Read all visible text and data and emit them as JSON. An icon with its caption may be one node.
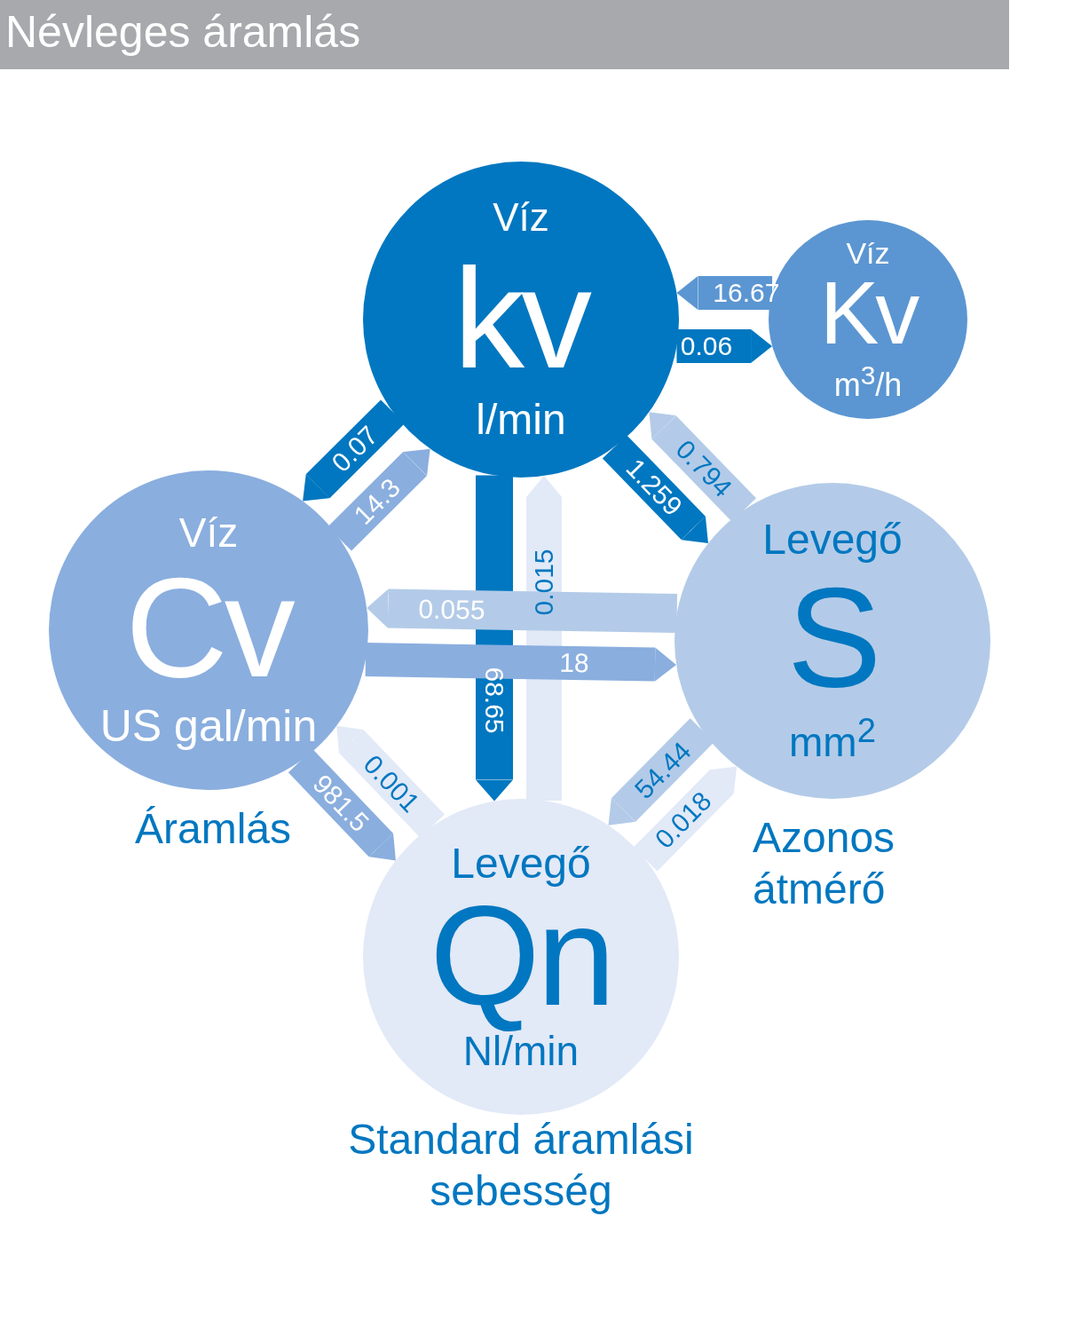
{
  "diagram": {
    "title": "Névleges áramlás",
    "nodes": [
      {
        "text": [
          "Víz",
          "kv",
          "l/min"
        ]
      },
      {
        "text": [
          "Víz",
          "Kv",
          "m$^{3}$/h"
        ]
      },
      {
        "text": [
          "Víz",
          "Cv",
          "US gal/min"
        ],
        "beside": [
          "Áramlás"
        ]
      },
      {
        "text": [
          "Levegő",
          "S",
          "mm$^{2}$"
        ],
        "beside": [
          "Azonos átmérő"
        ]
      },
      {
        "text": [
          "Levegő",
          "Qn",
          "Nl/min"
        ],
        "beside": [
          "Standard áramlási sebesség"
        ]
      }
    ],
    "edges": [
      {
        "from": 1,
        "to": 0,
        "arrow": "to",
        "label": "16.67",
        "color": "#5b96d2"
      },
      {
        "from": 0,
        "to": 1,
        "arrow": "to",
        "label": "0.06"
      },
      {
        "from": 0,
        "to": 2,
        "arrow": "to",
        "label": "0.07"
      },
      {
        "from": 2,
        "to": 0,
        "arrow": "to",
        "label": "14.3",
        "color": "#8aaede"
      },
      {
        "from": 0,
        "to": 3,
        "arrow": "to",
        "label": "1.259"
      },
      {
        "from": 3,
        "to": 0,
        "arrow": "to",
        "label": "0.794",
        "color": "#b3cbe8"
      },
      {
        "from": 0,
        "to": 4,
        "arrow": "to",
        "label": "68.65"
      },
      {
        "from": 4,
        "to": 0,
        "arrow": "to",
        "label": "0.015",
        "color": "#e2e9f7"
      },
      {
        "from": 3,
        "to": 2,
        "arrow": "to",
        "label": "0.055",
        "color": "#b3cbe8"
      },
      {
        "from": 2,
        "to": 3,
        "arrow": "to",
        "label": "18",
        "color": "#8aaede"
      },
      {
        "from": 2,
        "to": 4,
        "arrow": "to",
        "label": "981.5",
        "color": "#8aaede"
      },
      {
        "from": 4,
        "to": 2,
        "arrow": "to",
        "label": "0.001",
        "color": "#e2e9f7"
      },
      {
        "from": 3,
        "to": 4,
        "arrow": "to",
        "label": "54.44",
        "color": "#b3cbe8"
      },
      {
        "from": 4,
        "to": 3,
        "arrow": "to",
        "label": "0.018",
        "color": "#e2e9f7"
      }
    ]
  }
}
